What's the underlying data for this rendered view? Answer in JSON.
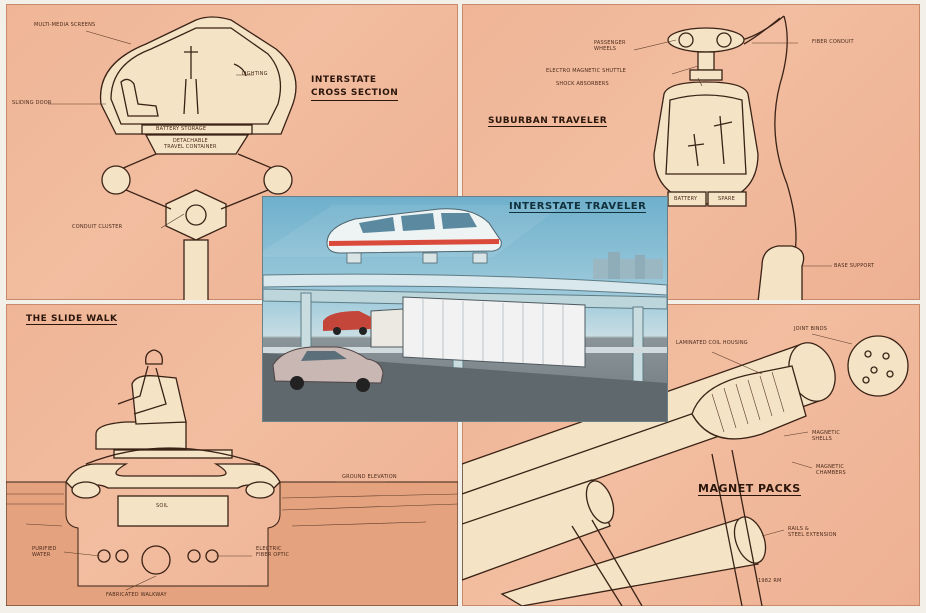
{
  "panels": {
    "cross_section": {
      "title": "Interstate\nCross Section",
      "labels": {
        "multi_media": "Multi-Media Screens",
        "sliding_door": "Sliding Door",
        "lighting": "Lighting",
        "battery": "Battery Storage",
        "detachable": "Detachable\nTravel Container",
        "conduit": "Conduit Cluster"
      }
    },
    "suburban": {
      "title": "Suburban Traveler",
      "labels": {
        "passenger": "Passenger\nWheels",
        "electro": "Electro Magnetic Shuttle",
        "shock": "Shock Absorbers",
        "fiber": "Fiber Conduit",
        "bench": "Battery",
        "spare": "Spare",
        "base": "Base Support"
      }
    },
    "slide_walk": {
      "title": "The Slide Walk",
      "labels": {
        "soil": "Soil",
        "ground": "Ground Elevation",
        "pure_water": "Purified\nWater",
        "electric": "Electric\nFiber Optic",
        "fabricated": "Fabricated Walkway"
      }
    },
    "magnet": {
      "title": "Magnet Packs",
      "labels": {
        "laminated": "Laminated Coil Housing",
        "joint": "Joint Binds",
        "magnetic_shells": "Magnetic\nShells",
        "magnetic_chambers": "Magnetic\nChambers",
        "rails": "Rails &\nSteel Extension",
        "sig": "1982 RM"
      }
    }
  },
  "photo": {
    "title": "Interstate Traveler"
  },
  "colors": {
    "paper": "#efb596",
    "ink": "#3a2216",
    "cream": "#f4e3c4",
    "sky": "#6fb0cc",
    "train_stripe": "#d94a3a"
  }
}
